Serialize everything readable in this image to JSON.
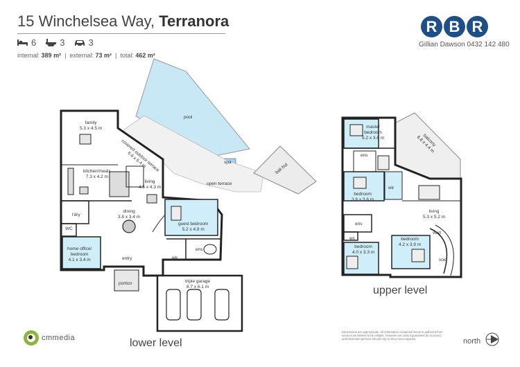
{
  "header": {
    "address": "15 Winchelsea Way,",
    "suburb": "Terranora",
    "beds": "6",
    "baths": "3",
    "cars": "3",
    "internal_label": "internal:",
    "internal_value": "389 m²",
    "external_label": "external:",
    "external_value": "73 m²",
    "total_label": "total:",
    "total_value": "462 m²"
  },
  "agency": {
    "letters": [
      "R",
      "B",
      "R"
    ],
    "agent": "Gillian Dawson 0432 142 480",
    "color": "#1f4f86"
  },
  "lower_level": {
    "label": "lower level",
    "rooms": {
      "pool": "pool",
      "spa": "spa",
      "covered_terrace_name": "covered outdoor terrace",
      "covered_terrace_dim": "6.6 x 6.4 m",
      "bali_hut": "bali hut",
      "open_terrace": "open terrace",
      "family_name": "family",
      "family_dim": "5.3 x 4.5 m",
      "kitchen_name": "kitchen/meals",
      "kitchen_dim": "7.3 x 4.2 m",
      "living_name": "living",
      "living_dim": "4.5 x 4.3 m",
      "dining_name": "dining",
      "dining_dim": "3.8 x 3.4 m",
      "ldry": "l'dry",
      "wc": "WC",
      "home_office_name": "home office/",
      "home_office_name2": "bedroom",
      "home_office_dim": "4.1 x 3.4 m",
      "entry": "entry",
      "portico": "portico",
      "guest_name": "guest bedroom",
      "guest_dim": "5.2 x 4.9 m",
      "wir": "wir",
      "ens": "ens",
      "garage_name": "triple garage",
      "garage_dim": "8.7 x 6.1 m"
    }
  },
  "upper_level": {
    "label": "upper level",
    "rooms": {
      "master_name": "master",
      "master_name2": "bedroom",
      "master_dim": "5.2 x 3.6 m",
      "balcony_name": "balcony",
      "balcony_dim": "6.6 x 4.4 m",
      "ens1": "ens",
      "bedroom1_name": "bedroom",
      "bedroom1_dim": "3.8 x 3.6 m",
      "wir": "wir",
      "living_name": "living",
      "living_dim": "5.3 x 5.2 m",
      "ens2": "ens",
      "wc": "wc",
      "void1": "void",
      "void2": "void",
      "bedroom2_name": "bedroom",
      "bedroom2_dim": "4.2 x 3.9 m",
      "bedroom3_name": "bedroom",
      "bedroom3_dim": "4.0 x 3.3 m"
    }
  },
  "footer": {
    "brand": "cmmedia",
    "disclaimer": "Dimensions are approximate. All information contained herein is gathered from sources we believe to be reliable. However we cannot guarantee its accuracy and interested persons should rely on their own enquiries.",
    "north": "north"
  }
}
